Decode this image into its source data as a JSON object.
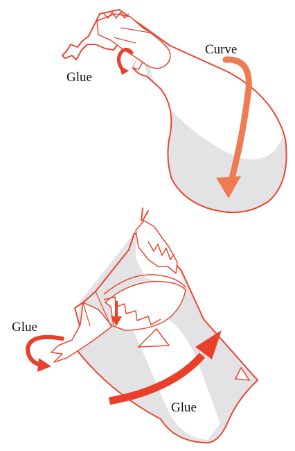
{
  "labels": {
    "glue_top": "Glue",
    "curve": "Curve",
    "glue_left": "Glue",
    "glue_bottom": "Glue"
  },
  "colors": {
    "outline": "#e8462f",
    "fill": "#e3e3e5",
    "arrow_light": "#f07a52",
    "arrow_dark": "#e8402a",
    "text": "#111111",
    "background": "#ffffff"
  }
}
